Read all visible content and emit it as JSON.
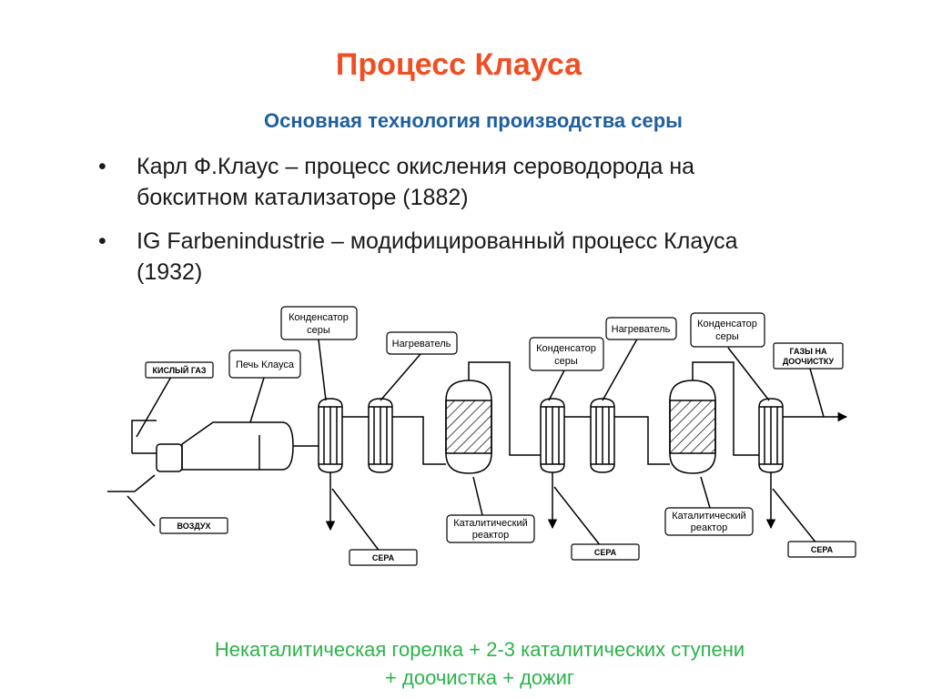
{
  "title": "Процесс Клауса",
  "subtitle": "Основная технология производства серы",
  "bullets": [
    {
      "marker": "•",
      "line1": "Карл Ф.Клаус – процесс окисления сероводорода на",
      "line2": "бокситном катализаторе (1882)"
    },
    {
      "marker": "•",
      "line1": "IG Farbenindustrie – модифицированный процесс Клауса",
      "line2": "(1932)"
    }
  ],
  "footer": {
    "line1": "Некаталитическая горелка + 2-3 каталитических ступени",
    "line2": "+ доочистка + дожиг"
  },
  "diagram": {
    "acid_gas": "КИСЛЫЙ ГАЗ",
    "air": "ВОЗДУХ",
    "furnace": "Печь Клауса",
    "condenser1_l1": "Конденсатор",
    "condenser1_l2": "серы",
    "heater1": "Нагреватель",
    "condenser2_l1": "Конденсатор",
    "condenser2_l2": "серы",
    "heater2": "Нагреватель",
    "condenser3_l1": "Конденсатор",
    "condenser3_l2": "серы",
    "tail_gas_l1": "ГАЗЫ НА",
    "tail_gas_l2": "ДООЧИСТКУ",
    "reactor1_l1": "Каталитический",
    "reactor1_l2": "реактор",
    "reactor2_l1": "Каталитический",
    "reactor2_l2": "реактор",
    "sulfur1": "СЕРА",
    "sulfur2": "СЕРА",
    "sulfur3": "СЕРА"
  },
  "colors": {
    "title": "#f04e23",
    "subtitle": "#1f5f9e",
    "footer": "#2db34a",
    "line": "#000000"
  }
}
